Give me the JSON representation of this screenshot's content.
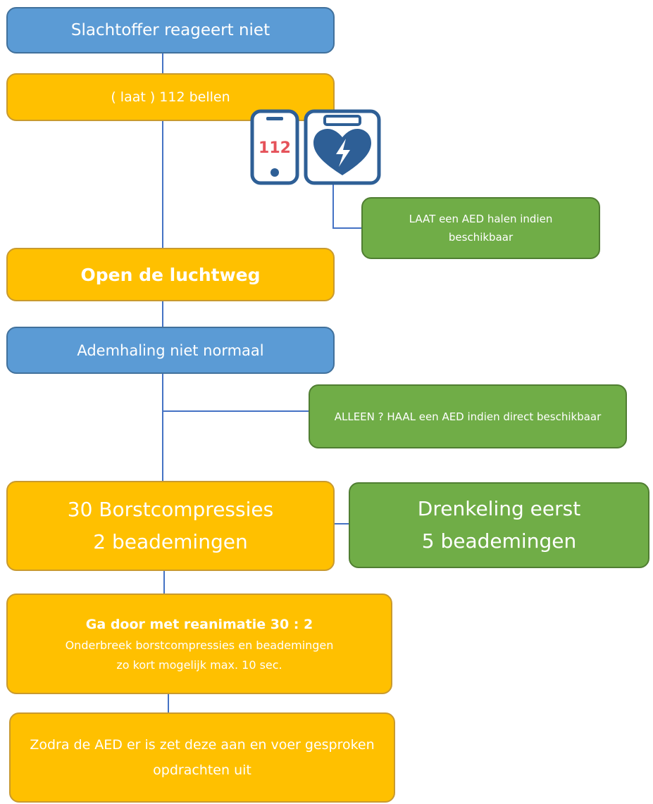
{
  "boxes": {
    "start": "Slachtoffer reageert niet",
    "call": "( laat ) 112 bellen",
    "aed_fetch": "LAAT een AED halen indien beschikbaar",
    "airway": "Open de luchtweg",
    "breathing": "Ademhaling niet normaal",
    "alone": "ALLEEN ? HAAL een AED indien direct beschikbaar",
    "cpr_line1": "30 Borstcompressies",
    "cpr_line2": "2 beademingen",
    "drowning_line1": "Drenkeling eerst",
    "drowning_line2": "5 beademingen",
    "continue_title": "Ga door met reanimatie 30 : 2",
    "continue_line1": "Onderbreek borstcompressies en beademingen",
    "continue_line2": "zo kort mogelijk max. 10 sec.",
    "aed_use": "Zodra de AED er is zet deze aan en voer gesproken opdrachten uit"
  },
  "icons": {
    "phone": {
      "name": "phone-icon",
      "label": "112"
    },
    "aed": {
      "name": "aed-heart-icon"
    }
  },
  "colors": {
    "blue": "#5b9bd5",
    "yellow": "#ffc000",
    "green": "#70ad47",
    "connector": "#4472c4",
    "icon_blue": "#2e5f96",
    "icon_red": "#e5525a"
  }
}
